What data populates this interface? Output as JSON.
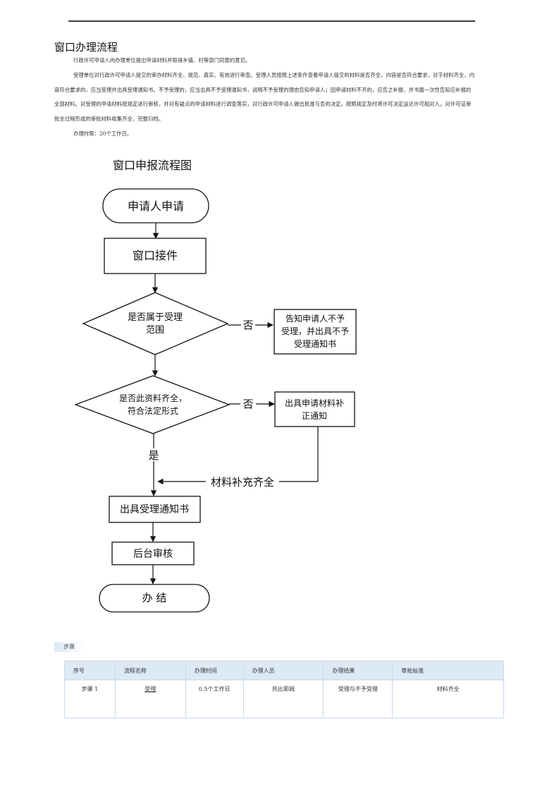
{
  "section_title": "窗口办理流程",
  "paragraphs": [
    "行政许可申请人向办理单位提出申请材料并取得乡镇、村等部门同意的意见。",
    "受理单位对行政许可申请人提交的审办材料齐全、规范、真实、有效进行审查。受理人员按照上述条件查看申请人提交的材料是否齐全，内容是否符合要求，对于材料齐全，内容符合要求的，应当受理并出具受理通知书。不予受理的，应当出具不予受理通知书，说明不予受理的理由告知申请人；因申请材料不齐的，应告之补报，并书面一次性告知应补报的全部材料。对受理的申请材料按规定进行审核，并对有疑点的申请材料进行调查落实，对行政许可申请人做出批准与否的决定。按照规定及时将许可决定送达许可相对人。对许可证审批全过程形成的审批材料收集齐全，完整归档。",
    "办理时限：20个工作日。"
  ],
  "flowchart": {
    "title": "窗口申报流程图",
    "start": "申请人申请",
    "receive": "窗口接件",
    "decision1_line1": "是否属于受理",
    "decision1_line2": "范围",
    "no1": "否",
    "reject_line1": "告知申请人不予",
    "reject_line2": "受理，并出具不予",
    "reject_line3": "受理通知书",
    "decision2_line1": "是否此资料齐全，",
    "decision2_line2": "符合法定形式",
    "no2": "否",
    "supplement_line1": "出具申请材料补",
    "supplement_line2": "正通知",
    "yes": "是",
    "supplement_done": "材料补充齐全",
    "accept_notice": "出具受理通知书",
    "backend_review": "后台审核",
    "end": "办 结"
  },
  "steps_label": "步骤",
  "table": {
    "headers": [
      "序号",
      "流程名称",
      "办理时间",
      "办理人员",
      "办理结果",
      "审批标准"
    ],
    "rows": [
      [
        "步骤 1",
        "受理",
        "0.5个工作日",
        "热比耶姆",
        "受理与不予受理",
        "材料齐全"
      ]
    ]
  }
}
